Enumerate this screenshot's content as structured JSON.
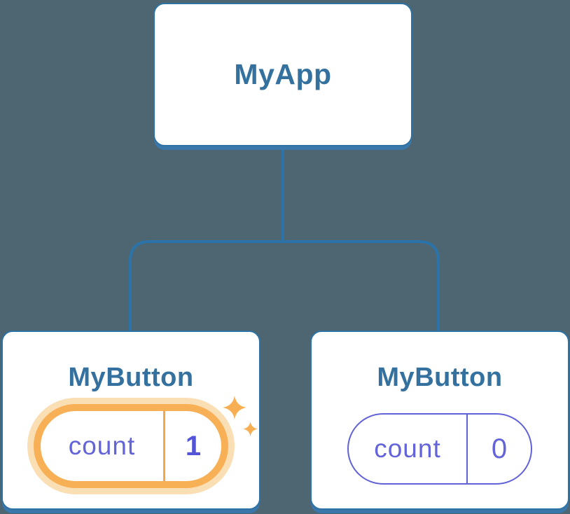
{
  "diagram": {
    "description": "React component tree with state",
    "root": {
      "title": "MyApp"
    },
    "children": [
      {
        "title": "MyButton",
        "state": {
          "label": "count",
          "value": "1"
        },
        "highlighted": true
      },
      {
        "title": "MyButton",
        "state": {
          "label": "count",
          "value": "0"
        },
        "highlighted": false
      }
    ],
    "colors": {
      "background": "#4d6672",
      "card_fill": "#ffffff",
      "card_border": "#2e72a4",
      "card_shadow": "#3a78ab",
      "node_title_text": "#35719e",
      "connector_line": "#2b73a9",
      "state_text": "#6363da",
      "state_value_bold": "#5454d6",
      "state_pill_border": "#6262d8",
      "highlight_ring": "#f7b055",
      "highlight_glow": "#fadeb4",
      "highlight_divider": "#f2a74a",
      "sparkle": "#f8ae52"
    }
  }
}
